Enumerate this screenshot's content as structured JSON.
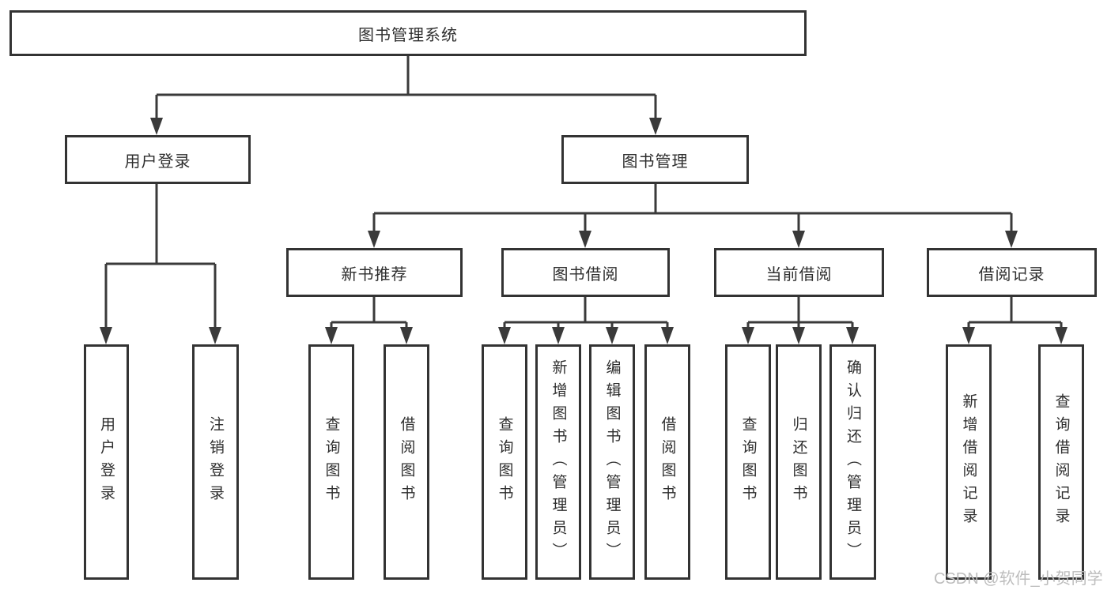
{
  "diagram": {
    "root": {
      "label": "图书管理系统"
    },
    "branches": [
      {
        "label": "用户登录",
        "children": [
          {
            "label": "用户登录"
          },
          {
            "label": "注销登录"
          }
        ]
      },
      {
        "label": "图书管理",
        "children": [
          {
            "label": "新书推荐",
            "children": [
              {
                "label": "查询图书"
              },
              {
                "label": "借阅图书"
              }
            ]
          },
          {
            "label": "图书借阅",
            "children": [
              {
                "label": "查询图书"
              },
              {
                "label": "新增图书（管理员）"
              },
              {
                "label": "编辑图书（管理员）"
              },
              {
                "label": "借阅图书"
              }
            ]
          },
          {
            "label": "当前借阅",
            "children": [
              {
                "label": "查询图书"
              },
              {
                "label": "归还图书"
              },
              {
                "label": "确认归还（管理员）"
              }
            ]
          },
          {
            "label": "借阅记录",
            "children": [
              {
                "label": "新增借阅记录"
              },
              {
                "label": "查询借阅记录"
              }
            ]
          }
        ]
      }
    ]
  },
  "watermark": {
    "text": "CSDN @软件_小贺同学"
  },
  "colors": {
    "line": "#3a3a3a",
    "border": "#333333",
    "text": "#2e2e2e",
    "watermark": "#bdbdbd",
    "background": "#ffffff"
  }
}
